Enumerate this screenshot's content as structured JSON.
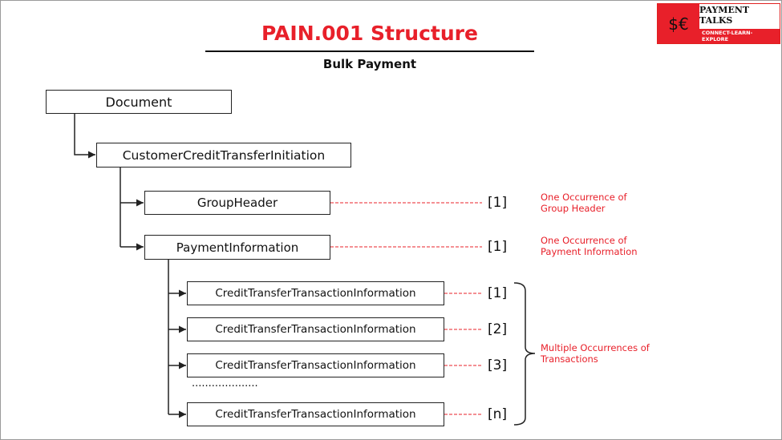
{
  "title": "PAIN.001 Structure",
  "subtitle": "Bulk Payment",
  "logo": {
    "name": "PAYMENT TALKS",
    "tagline": "CONNECT-LEARN-EXPLORE"
  },
  "nodes": {
    "document": "Document",
    "ccti": "CustomerCreditTransferInitiation",
    "group_header": "GroupHeader",
    "payment_information": "PaymentInformation",
    "transactions": [
      "CreditTransferTransactionInformation",
      "CreditTransferTransactionInformation",
      "CreditTransferTransactionInformation",
      "CreditTransferTransactionInformation"
    ],
    "ellipsis": "...................."
  },
  "occurrences": {
    "group_header": "[1]",
    "payment_information": "[1]",
    "transactions": [
      "[1]",
      "[2]",
      "[3]",
      "[n]"
    ]
  },
  "notes": {
    "group_header": [
      "One Occurrence of",
      "Group Header"
    ],
    "payment_information": [
      "One Occurrence of",
      "Payment Information"
    ],
    "transactions": [
      "Multiple Occurrences of",
      "Transactions"
    ]
  },
  "colors": {
    "accent": "#e8202a",
    "line": "#222222"
  }
}
